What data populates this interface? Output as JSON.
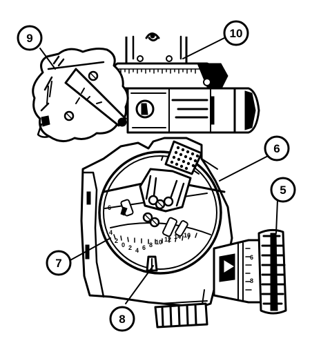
{
  "callouts": [
    {
      "id": "callout-9",
      "label": "9"
    },
    {
      "id": "callout-10",
      "label": "10"
    },
    {
      "id": "callout-6",
      "label": "6"
    },
    {
      "id": "callout-5",
      "label": "5"
    },
    {
      "id": "callout-7",
      "label": "7"
    },
    {
      "id": "callout-8",
      "label": "8"
    }
  ],
  "scale_numbers": [
    "6",
    "4",
    "2",
    "0",
    "2",
    "4",
    "6",
    "8",
    "10",
    "12",
    "14",
    "16"
  ]
}
